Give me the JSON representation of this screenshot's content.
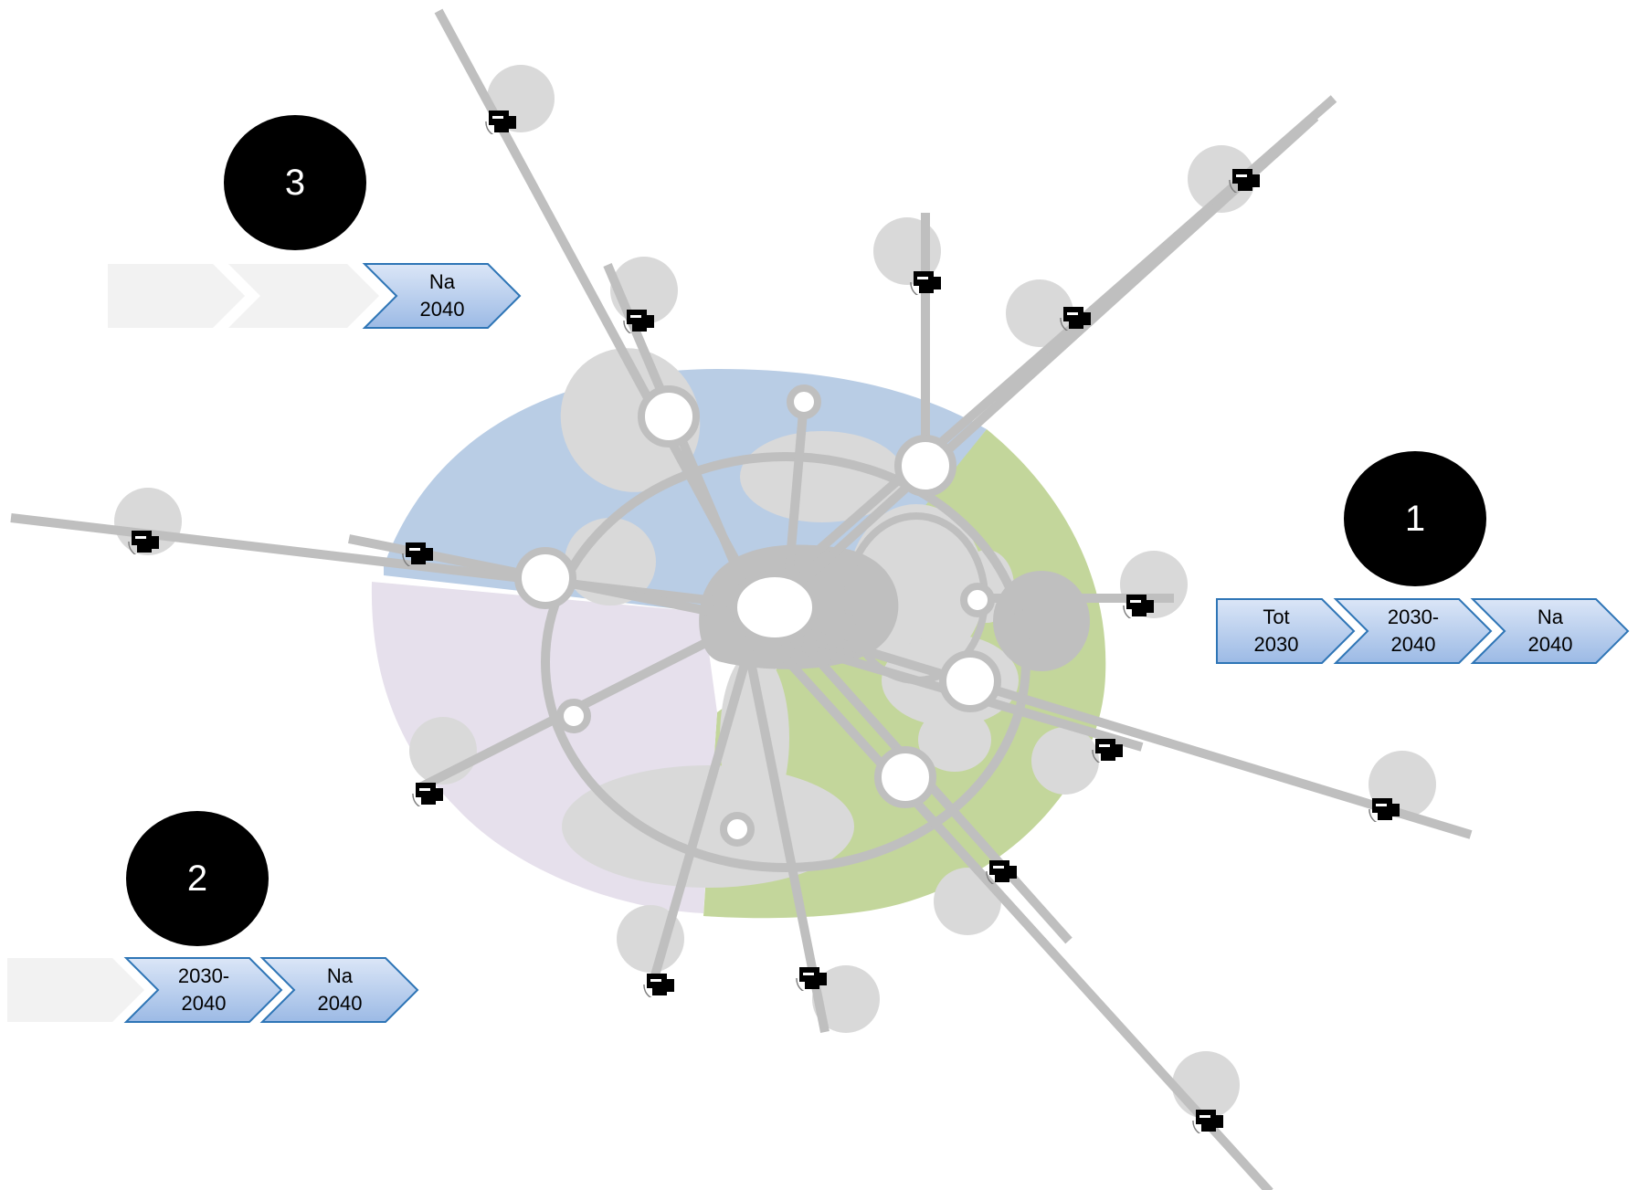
{
  "phase_badges": {
    "one": "1",
    "two": "2",
    "three": "3"
  },
  "timelines": {
    "phase1": {
      "step1": "Tot\n2030",
      "step2": "2030-\n2040",
      "step3": "Na\n2040"
    },
    "phase2": {
      "step2": "2030-\n2040",
      "step3": "Na\n2040"
    },
    "phase3": {
      "step3": "Na\n2040"
    }
  },
  "colors": {
    "zone_blue": "#b9cde5",
    "zone_green": "#c3d69b",
    "zone_lilac": "#e6e0ec",
    "network_grey": "#bfbfbf",
    "blob_grey": "#d9d9d9",
    "chevron_active_fill_top": "#dbe6f7",
    "chevron_active_fill_bottom": "#9cbae5",
    "chevron_active_border": "#2e75b6",
    "chevron_inactive": "#f2f2f2"
  },
  "icons": {
    "endpoint": "car-icon",
    "badge": "phase-number-badge",
    "chevron": "timeline-chevron"
  }
}
